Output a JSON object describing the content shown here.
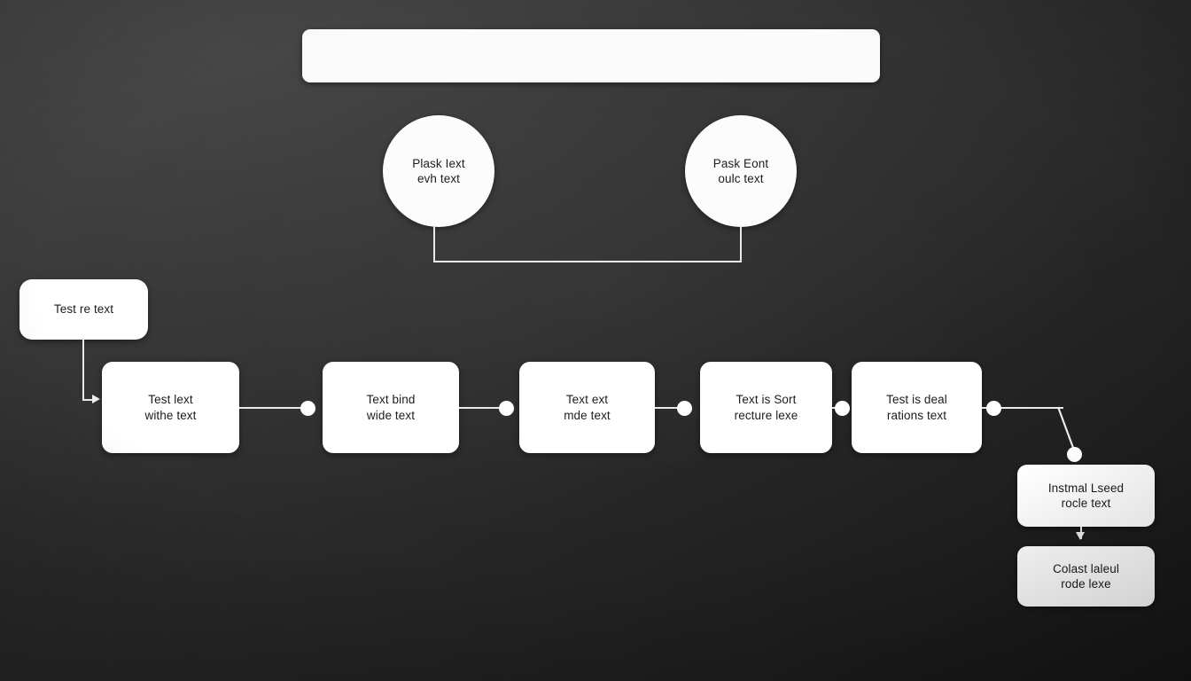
{
  "diagram": {
    "title": "",
    "background_color": "#2b2b2b",
    "node_fill": "#ffffff",
    "node_text_color": "#1b1b1b",
    "connector_color": "#e9e9e9"
  },
  "banner": {
    "label": ""
  },
  "circles": [
    {
      "id": "circle-1",
      "line1": "Plask Iext",
      "line2": "evh text"
    },
    {
      "id": "circle-2",
      "line1": "Pask Eont",
      "line2": "oulc text"
    }
  ],
  "boxes": {
    "left": {
      "line1": "Test re text",
      "line2": ""
    },
    "chain": [
      {
        "id": "box-1",
        "line1": "Test lext",
        "line2": "withe text"
      },
      {
        "id": "box-2",
        "line1": "Text bind",
        "line2": "wide text"
      },
      {
        "id": "box-3",
        "line1": "Text ext",
        "line2": "mde text"
      },
      {
        "id": "box-4",
        "line1": "Text is Sort",
        "line2": "recture lexe"
      },
      {
        "id": "box-5",
        "line1": "Test is deal",
        "line2": "rations text"
      }
    ],
    "branch": [
      {
        "id": "box-6",
        "line1": "Instmal Lseed",
        "line2": "rocle text"
      },
      {
        "id": "box-7",
        "line1": "Colast laleul",
        "line2": "rode lexe"
      }
    ]
  },
  "connectors": {
    "circle_bus_label": "",
    "arrow_into_chain_label": "",
    "branch_arrow_label": ""
  }
}
